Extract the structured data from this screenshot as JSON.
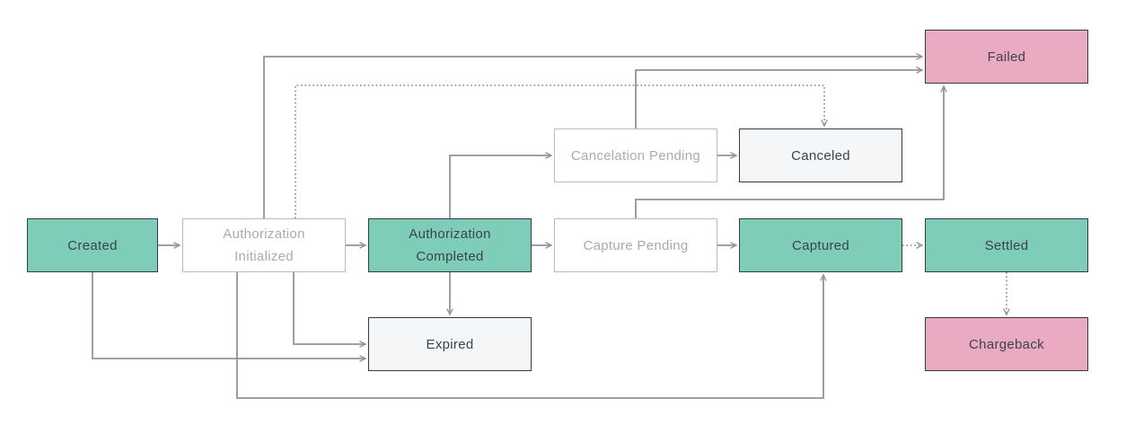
{
  "diagram": {
    "type": "state-flow",
    "background": "#ffffff",
    "colors": {
      "active_fill": "#7ecdb8",
      "neutral_fill": "#f4f6f8",
      "negative_fill": "#eaaac2",
      "pending_fill": "#ffffff",
      "dark_border": "#333c42",
      "pending_border": "#b7bcbf",
      "dark_text": "#3c4349",
      "pending_text": "#a6acb0",
      "edge_color": "#8f9598"
    },
    "nodes": [
      {
        "id": "created",
        "label": "Created",
        "style": "active"
      },
      {
        "id": "authorization_initialized",
        "label": "Authorization Initialized",
        "style": "pending"
      },
      {
        "id": "authorization_completed",
        "label": "Authorization Completed",
        "style": "active"
      },
      {
        "id": "capture_pending",
        "label": "Capture Pending",
        "style": "pending"
      },
      {
        "id": "captured",
        "label": "Captured",
        "style": "active"
      },
      {
        "id": "settled",
        "label": "Settled",
        "style": "active"
      },
      {
        "id": "cancelation_pending",
        "label": "Cancelation Pending",
        "style": "pending"
      },
      {
        "id": "canceled",
        "label": "Canceled",
        "style": "neutral"
      },
      {
        "id": "failed",
        "label": "Failed",
        "style": "negative"
      },
      {
        "id": "expired",
        "label": "Expired",
        "style": "neutral"
      },
      {
        "id": "chargeback",
        "label": "Chargeback",
        "style": "negative"
      }
    ],
    "edges": [
      {
        "from": "created",
        "to": "authorization_initialized",
        "line": "solid"
      },
      {
        "from": "authorization_initialized",
        "to": "authorization_completed",
        "line": "solid"
      },
      {
        "from": "authorization_completed",
        "to": "capture_pending",
        "line": "solid"
      },
      {
        "from": "capture_pending",
        "to": "captured",
        "line": "solid"
      },
      {
        "from": "captured",
        "to": "settled",
        "line": "dotted"
      },
      {
        "from": "settled",
        "to": "chargeback",
        "line": "dotted"
      },
      {
        "from": "authorization_completed",
        "to": "cancelation_pending",
        "line": "solid"
      },
      {
        "from": "cancelation_pending",
        "to": "canceled",
        "line": "solid"
      },
      {
        "from": "authorization_initialized",
        "to": "canceled",
        "line": "dotted"
      },
      {
        "from": "authorization_initialized",
        "to": "failed",
        "line": "solid"
      },
      {
        "from": "cancelation_pending",
        "to": "failed",
        "line": "solid"
      },
      {
        "from": "capture_pending",
        "to": "failed",
        "line": "solid"
      },
      {
        "from": "authorization_initialized",
        "to": "captured",
        "line": "solid"
      },
      {
        "from": "authorization_completed",
        "to": "expired",
        "line": "solid"
      },
      {
        "from": "authorization_initialized",
        "to": "expired",
        "line": "solid"
      },
      {
        "from": "created",
        "to": "expired",
        "line": "solid"
      }
    ]
  }
}
